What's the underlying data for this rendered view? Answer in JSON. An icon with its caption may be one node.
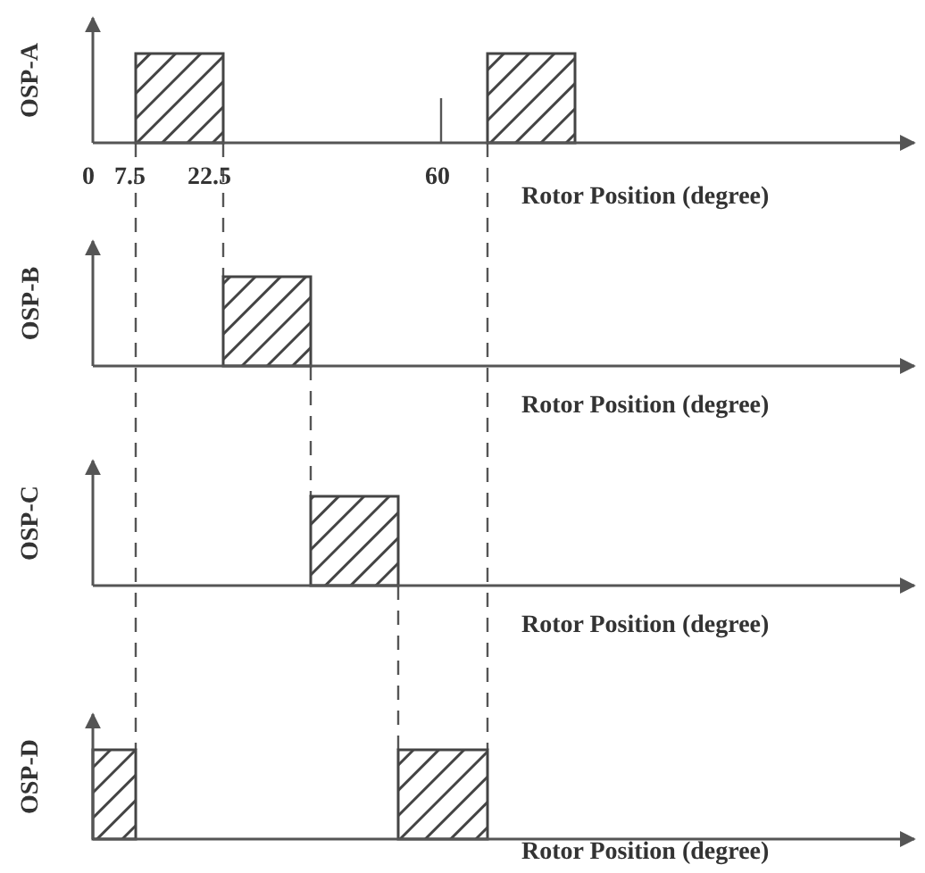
{
  "diagram": {
    "labels": [
      "OSP-A",
      "0",
      "7.5",
      "22.5",
      "60",
      "Rotor Position (degree)",
      "OSP-B",
      "Rotor Position (degree)",
      "OSP-C",
      "Rotor Position (degree)",
      "OSP-D",
      "Rotor Position (degree)"
    ]
  }
}
